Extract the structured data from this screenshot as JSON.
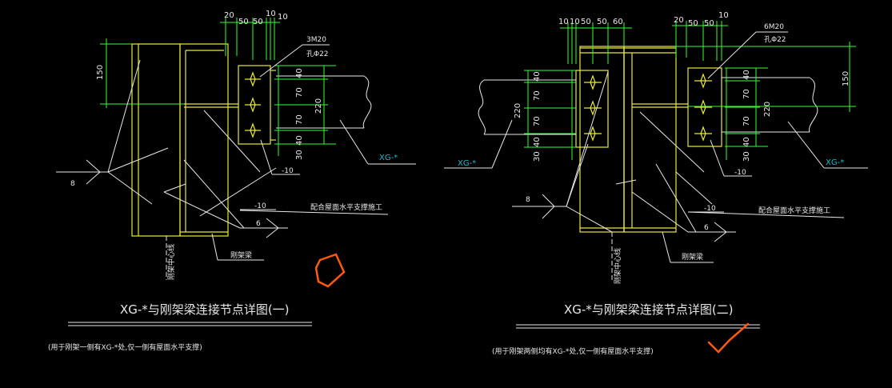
{
  "colors": {
    "background": "#000000",
    "dimension": "#33ff33",
    "structure": "#e8e83a",
    "annotation": "#e8e8e8",
    "member_label": "#22b8c8",
    "markup": "#ff5a10"
  },
  "detail1": {
    "title": "XG-*与刚架梁连接节点详图(一)",
    "note": "(用于刚架一侧有XG-*处,仅一侧有屋面水平支撑)",
    "top_dims": [
      "20",
      "50",
      "50",
      "10",
      "10"
    ],
    "left_dim": "150",
    "bolt_note": "3M20",
    "hole_note": "孔Φ22",
    "plate_dims": [
      "40",
      "70",
      "70",
      "40",
      "30"
    ],
    "depth_dim": "220",
    "member": "XG-*",
    "plate_thk_1": "-10",
    "plate_thk_2": "-10",
    "weld_left": "8",
    "weld_right": "6",
    "brace_note": "配合屋面水平支撑施工",
    "beam_note": "刚架梁",
    "axis_note": "刚架中心线"
  },
  "detail2": {
    "title": "XG-*与刚架梁连接节点详图(二)",
    "note": "(用于刚架两侧均有XG-*处,仅一侧有屋面水平支撑)",
    "top_dims_left": [
      "10",
      "10",
      "50",
      "50",
      "60"
    ],
    "top_dims_right": [
      "20",
      "50",
      "50",
      "10"
    ],
    "right_dim": "150",
    "bolt_note": "6M20",
    "hole_note": "孔Φ22",
    "plate_dims_left": [
      "40",
      "70",
      "70",
      "40",
      "30"
    ],
    "plate_dims_right": [
      "40",
      "70",
      "70",
      "40",
      "30"
    ],
    "depth_dim_left": "220",
    "depth_dim_right": "220",
    "member_left": "XG-*",
    "member_right": "XG-*",
    "plate_thk_1": "-10",
    "plate_thk_2": "-10",
    "weld_left": "8",
    "weld_right": "6",
    "brace_note": "配合屋面水平支撑施工",
    "beam_note": "刚架梁",
    "axis_note": "刚架中心线"
  }
}
